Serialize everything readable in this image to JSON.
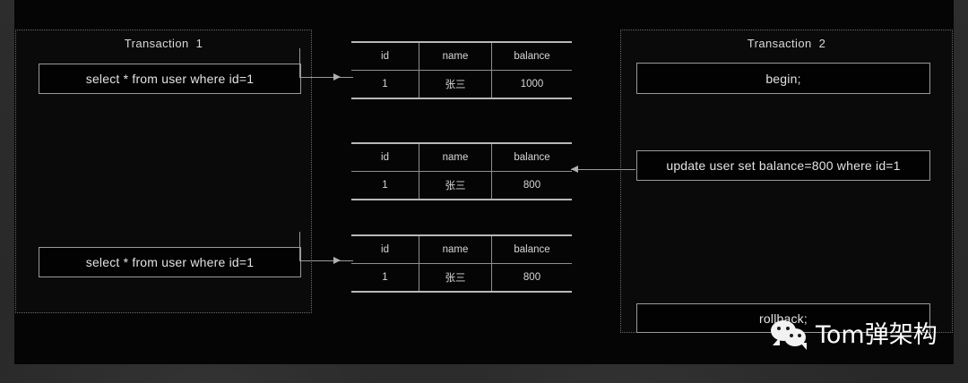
{
  "diagram": {
    "title_icons": {
      "arrow_right": "arrow-right-icon",
      "arrow_left": "arrow-left-icon",
      "wechat": "wechat-logo-icon"
    },
    "colors": {
      "canvas_background": "#050505",
      "page_background": "#2b2b2b",
      "panel_border": "#6a6a6a",
      "box_border": "#9a9a9a",
      "text": "#e2e2e2",
      "table_line": "#b8b8b8",
      "arrow": "#9a9a9a",
      "watermark_text": "#ffffff"
    }
  },
  "transaction1": {
    "title": "Transaction  1",
    "statements": [
      {
        "id": "select-1",
        "text": "select * from user where id=1"
      },
      {
        "id": "select-2",
        "text": "select * from user where id=1"
      }
    ]
  },
  "transaction2": {
    "title": "Transaction  2",
    "statements": [
      {
        "id": "begin",
        "text": "begin;"
      },
      {
        "id": "update",
        "text": "update user set balance=800 where id=1"
      },
      {
        "id": "rollback",
        "text": "rollback;"
      }
    ]
  },
  "tables": {
    "columns": [
      "id",
      "name",
      "balance"
    ],
    "snapshots": [
      {
        "label": "snapshot-1",
        "row": [
          "1",
          "张三",
          "1000"
        ]
      },
      {
        "label": "snapshot-2",
        "row": [
          "1",
          "张三",
          "800"
        ]
      },
      {
        "label": "snapshot-3",
        "row": [
          "1",
          "张三",
          "800"
        ]
      }
    ]
  },
  "watermark": {
    "text": "Tom弹架构"
  }
}
